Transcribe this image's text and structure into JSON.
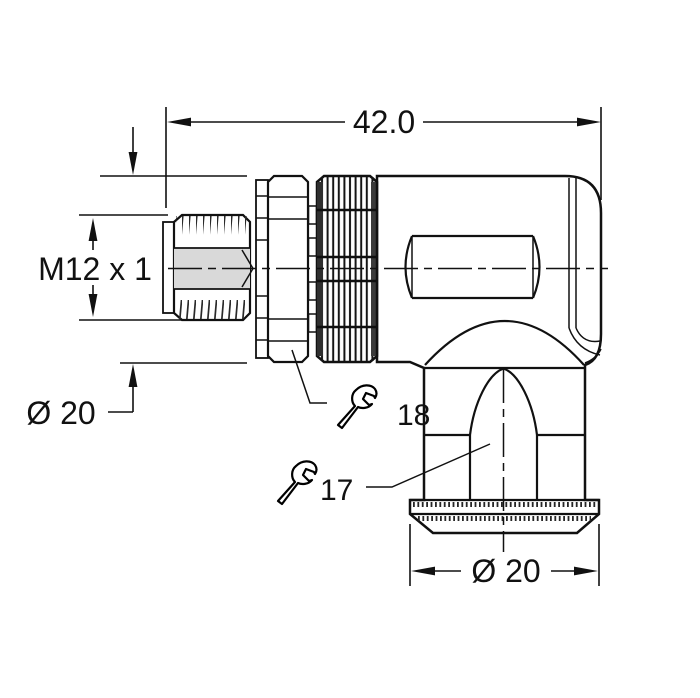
{
  "drawing": {
    "labels": {
      "overall_length": "42.0",
      "thread": "M12 x 1",
      "nut_diameter": "Ø 20",
      "base_diameter": "Ø 20",
      "wrench_size_nut": "18",
      "wrench_size_base": "17"
    },
    "colors": {
      "line": "#111111",
      "background": "#ffffff",
      "body_gray": "#6b6b6b",
      "knurl_dark": "#4d4d4d",
      "nut_light": "#d3d3d3",
      "thread_light": "#cbcbcb",
      "thread_mid": "#d9d9d9",
      "thread_tip": "#8f8f8f"
    }
  }
}
